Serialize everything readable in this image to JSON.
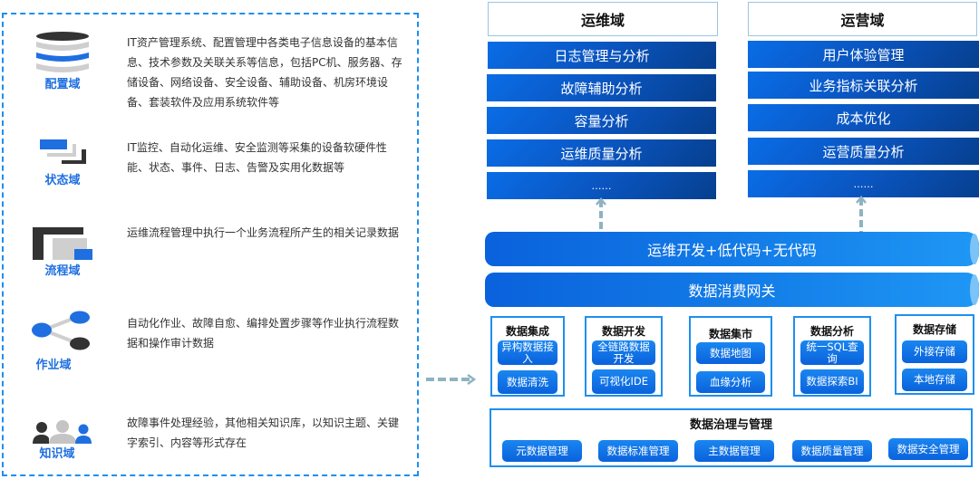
{
  "left_panel": {
    "domains": [
      {
        "label": "配置域",
        "icon": "database-stack-icon",
        "description": "IT资产管理系统、配置管理中各类电子信息设备的基本信息、技术参数及关联关系等信息，包括PC机、服务器、存储设备、网络设备、安全设备、辅助设备、机房环境设备、套装软件及应用系统软件等"
      },
      {
        "label": "状态域",
        "icon": "status-layers-icon",
        "description": "IT监控、自动化运维、安全监测等采集的设备软硬件性能、状态、事件、日志、告警及实用化数据等"
      },
      {
        "label": "流程域",
        "icon": "process-blocks-icon",
        "description": "运维流程管理中执行一个业务流程所产生的相关记录数据"
      },
      {
        "label": "作业域",
        "icon": "share-nodes-icon",
        "description": "自动化作业、故障自愈、编排处置步骤等作业执行流程数据和操作审计数据"
      },
      {
        "label": "知识域",
        "icon": "people-group-icon",
        "description": "故障事件处理经验，其他相关知识库，以知识主题、关键字索引、内容等形式存在"
      }
    ]
  },
  "columns": [
    {
      "title": "运维域",
      "items": [
        "日志管理与分析",
        "故障辅助分析",
        "容量分析",
        "运维质量分析",
        "……"
      ]
    },
    {
      "title": "运营域",
      "items": [
        "用户体验管理",
        "业务指标关联分析",
        "成本优化",
        "运营质量分析",
        "……"
      ]
    }
  ],
  "layers": {
    "dev": "运维开发+低代码+无代码",
    "gateway": "数据消费网关"
  },
  "modules": [
    {
      "title": "数据集成",
      "items": [
        "异构数据接入",
        "数据清洗"
      ]
    },
    {
      "title": "数据开发",
      "items": [
        "全链路数据开发",
        "可视化IDE"
      ]
    },
    {
      "title": "数据集市",
      "items": [
        "数据地图",
        "血缘分析"
      ]
    },
    {
      "title": "数据分析",
      "items": [
        "统一SQL查询",
        "数据探索BI"
      ]
    },
    {
      "title": "数据存储",
      "items": [
        "外接存储",
        "本地存储"
      ]
    }
  ],
  "governance": {
    "title": "数据治理与管理",
    "items": [
      "元数据管理",
      "数据标准管理",
      "主数据管理",
      "数据质量管理",
      "数据安全管理"
    ]
  },
  "colors": {
    "accent_blue": "#1f6fe0",
    "dash_border": "#1e8ff0",
    "arrow_gray": "#8fb3c0",
    "dark": "#333333",
    "light_gray": "#cccccc"
  }
}
